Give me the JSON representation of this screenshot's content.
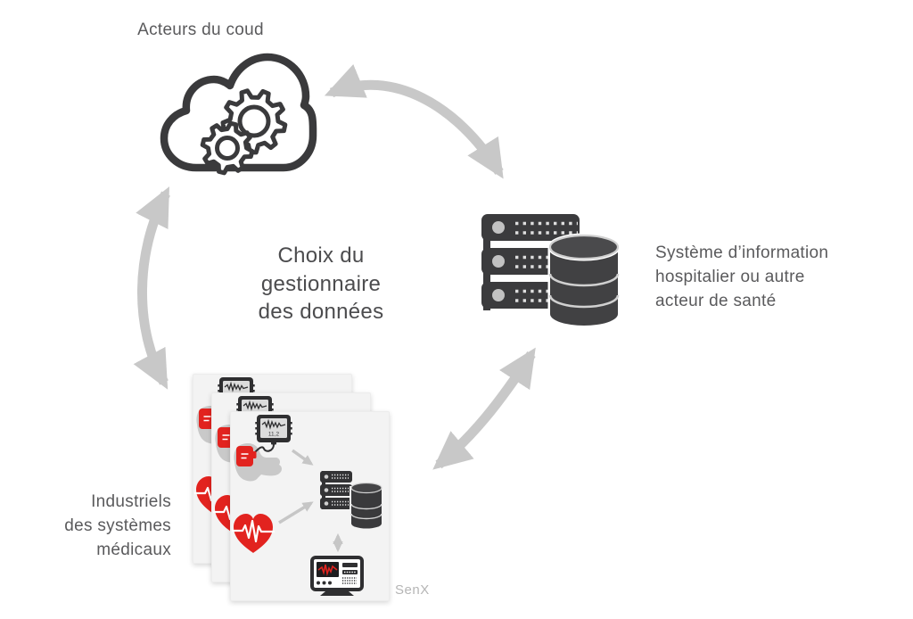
{
  "diagram_title": {
    "text": "Choix du\ngestionnaire\ndes données"
  },
  "nodes": {
    "cloud_actors": {
      "label": "Acteurs du coud",
      "icon": "cloud-gears-icon"
    },
    "hospital_system": {
      "label": "Système d’information\nhospitalier ou autre\nacteur de santé",
      "icon": "server-database-icon"
    },
    "medical_industry": {
      "label": "Industriels\ndes systèmes\nmédicaux",
      "icon": "medical-doc-stack"
    }
  },
  "device_card": {
    "bp_reading": "11,2"
  },
  "brand": {
    "name": "SenX"
  },
  "colors": {
    "icon_dark": "#3a3a3c",
    "arrow_gray": "#c8c8c8",
    "accent_red": "#e2231f",
    "text_gray": "#5a5a5c",
    "title_gray": "#4c4c4e",
    "card_bg": "#f3f3f3",
    "brand_gray": "#b5b5b5"
  }
}
